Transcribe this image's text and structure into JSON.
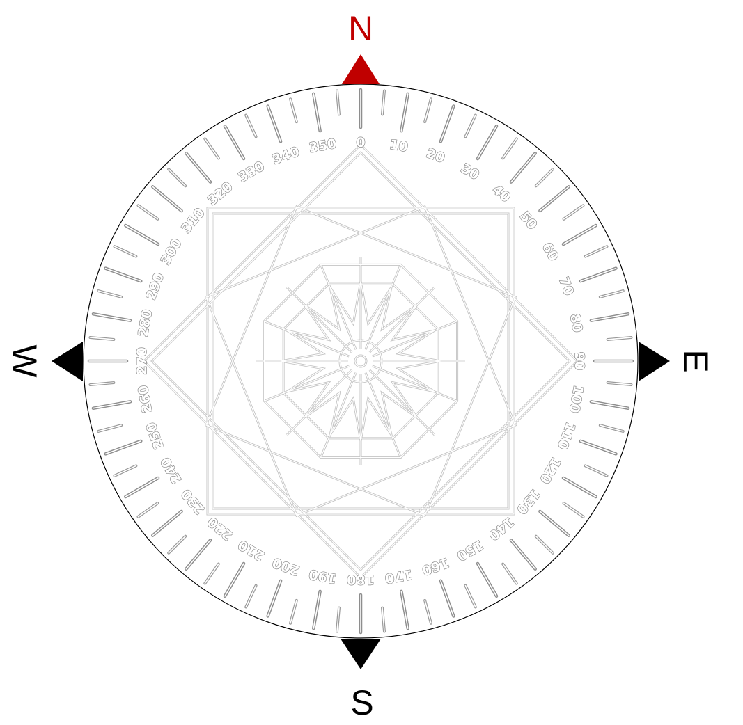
{
  "compass": {
    "cardinals": {
      "north": "N",
      "east": "E",
      "south": "S",
      "west": "W"
    },
    "colors": {
      "north_marker": "#c00000",
      "other_markers": "#000000",
      "ring_stroke": "#000000",
      "tick_color": "#8e8e8e",
      "ornament_color": "#c4c4c4"
    },
    "degree_labels": [
      "0",
      "10",
      "20",
      "30",
      "40",
      "50",
      "60",
      "70",
      "80",
      "90",
      "100",
      "110",
      "120",
      "130",
      "140",
      "150",
      "160",
      "170",
      "180",
      "190",
      "200",
      "210",
      "220",
      "230",
      "240",
      "250",
      "260",
      "270",
      "280",
      "290",
      "300",
      "310",
      "320",
      "330",
      "340",
      "350"
    ],
    "tick_step_degrees": 5,
    "label_step_degrees": 10,
    "ornament": "islamic-geometric-rosette"
  }
}
